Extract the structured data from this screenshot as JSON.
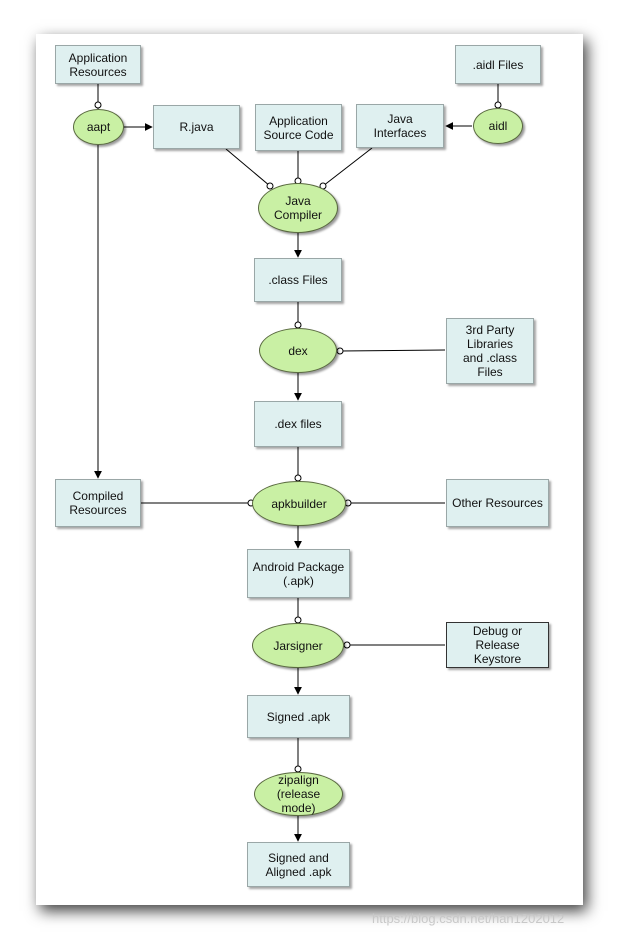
{
  "nodes": {
    "app_resources": "Application\nResources",
    "aidl_files": ".aidl Files",
    "aapt": "aapt",
    "rjava": "R.java",
    "app_source": "Application\nSource Code",
    "java_interfaces": "Java\nInterfaces",
    "aidl": "aidl",
    "java_compiler": "Java\nCompiler",
    "class_files": ".class Files",
    "dex": "dex",
    "third_party": "3rd Party\nLibraries\nand .class\nFiles",
    "dex_files": ".dex files",
    "compiled_resources": "Compiled\nResources",
    "apkbuilder": "apkbuilder",
    "other_resources": "Other Resources",
    "android_package": "Android Package\n(.apk)",
    "jarsigner": "Jarsigner",
    "keystore": "Debug or\nRelease\nKeystore",
    "signed_apk": "Signed .apk",
    "zipalign": "zipalign\n(release\nmode)",
    "signed_aligned": "Signed and\nAligned .apk"
  },
  "watermark": "https://blog.csdn.net/han1202012",
  "colors": {
    "box_fill": "#dff0f0",
    "oval_fill": "#c9f0a4",
    "line": "#000000"
  }
}
